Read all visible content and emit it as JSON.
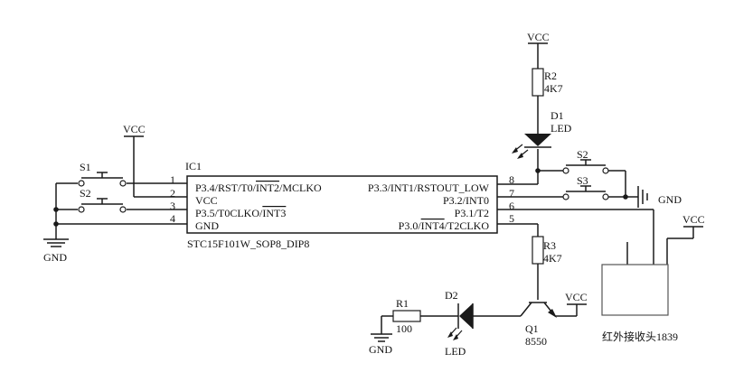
{
  "ic": {
    "ref": "IC1",
    "part": "STC15F101W_SOP8_DIP8",
    "pins_left": [
      {
        "num": "1",
        "pre": "P3.4/RST/T0/",
        "bar": "INT2",
        "post": "/MCLKO"
      },
      {
        "num": "2",
        "pre": "VCC",
        "bar": "",
        "post": ""
      },
      {
        "num": "3",
        "pre": "P3.5/T0CLKO/",
        "bar": "INT3",
        "post": ""
      },
      {
        "num": "4",
        "pre": "GND",
        "bar": "",
        "post": ""
      }
    ],
    "pins_right": [
      {
        "num": "8",
        "pre": "P3.3/INT1/RSTOUT_LOW",
        "bar": "",
        "post": ""
      },
      {
        "num": "7",
        "pre": "P3.2/INT0",
        "bar": "",
        "post": ""
      },
      {
        "num": "6",
        "pre": "P3.1/T2",
        "bar": "",
        "post": ""
      },
      {
        "num": "5",
        "pre": "P3.0/",
        "bar": "INT4",
        "post": "/T2CLKO"
      }
    ]
  },
  "switches": {
    "s1": "S1",
    "s2_left": "S2",
    "s2_right": "S2",
    "s3": "S3"
  },
  "power": {
    "vcc_left": "VCC",
    "vcc_top": "VCC",
    "vcc_q1": "VCC",
    "vcc_ir": "VCC",
    "gnd_left": "GND",
    "gnd_right": "GND",
    "gnd_bottom": "GND"
  },
  "resistors": {
    "r2_ref": "R2",
    "r2_val": "4K7",
    "r3_ref": "R3",
    "r3_val": "4K7",
    "r1_ref": "R1",
    "r1_val": "100"
  },
  "leds": {
    "d1_ref": "D1",
    "d1_val": "LED",
    "d2_ref": "D2",
    "d2_val": "LED"
  },
  "transistor": {
    "ref": "Q1",
    "part": "8550"
  },
  "ir_receiver": {
    "label": "红外接收头1839"
  }
}
